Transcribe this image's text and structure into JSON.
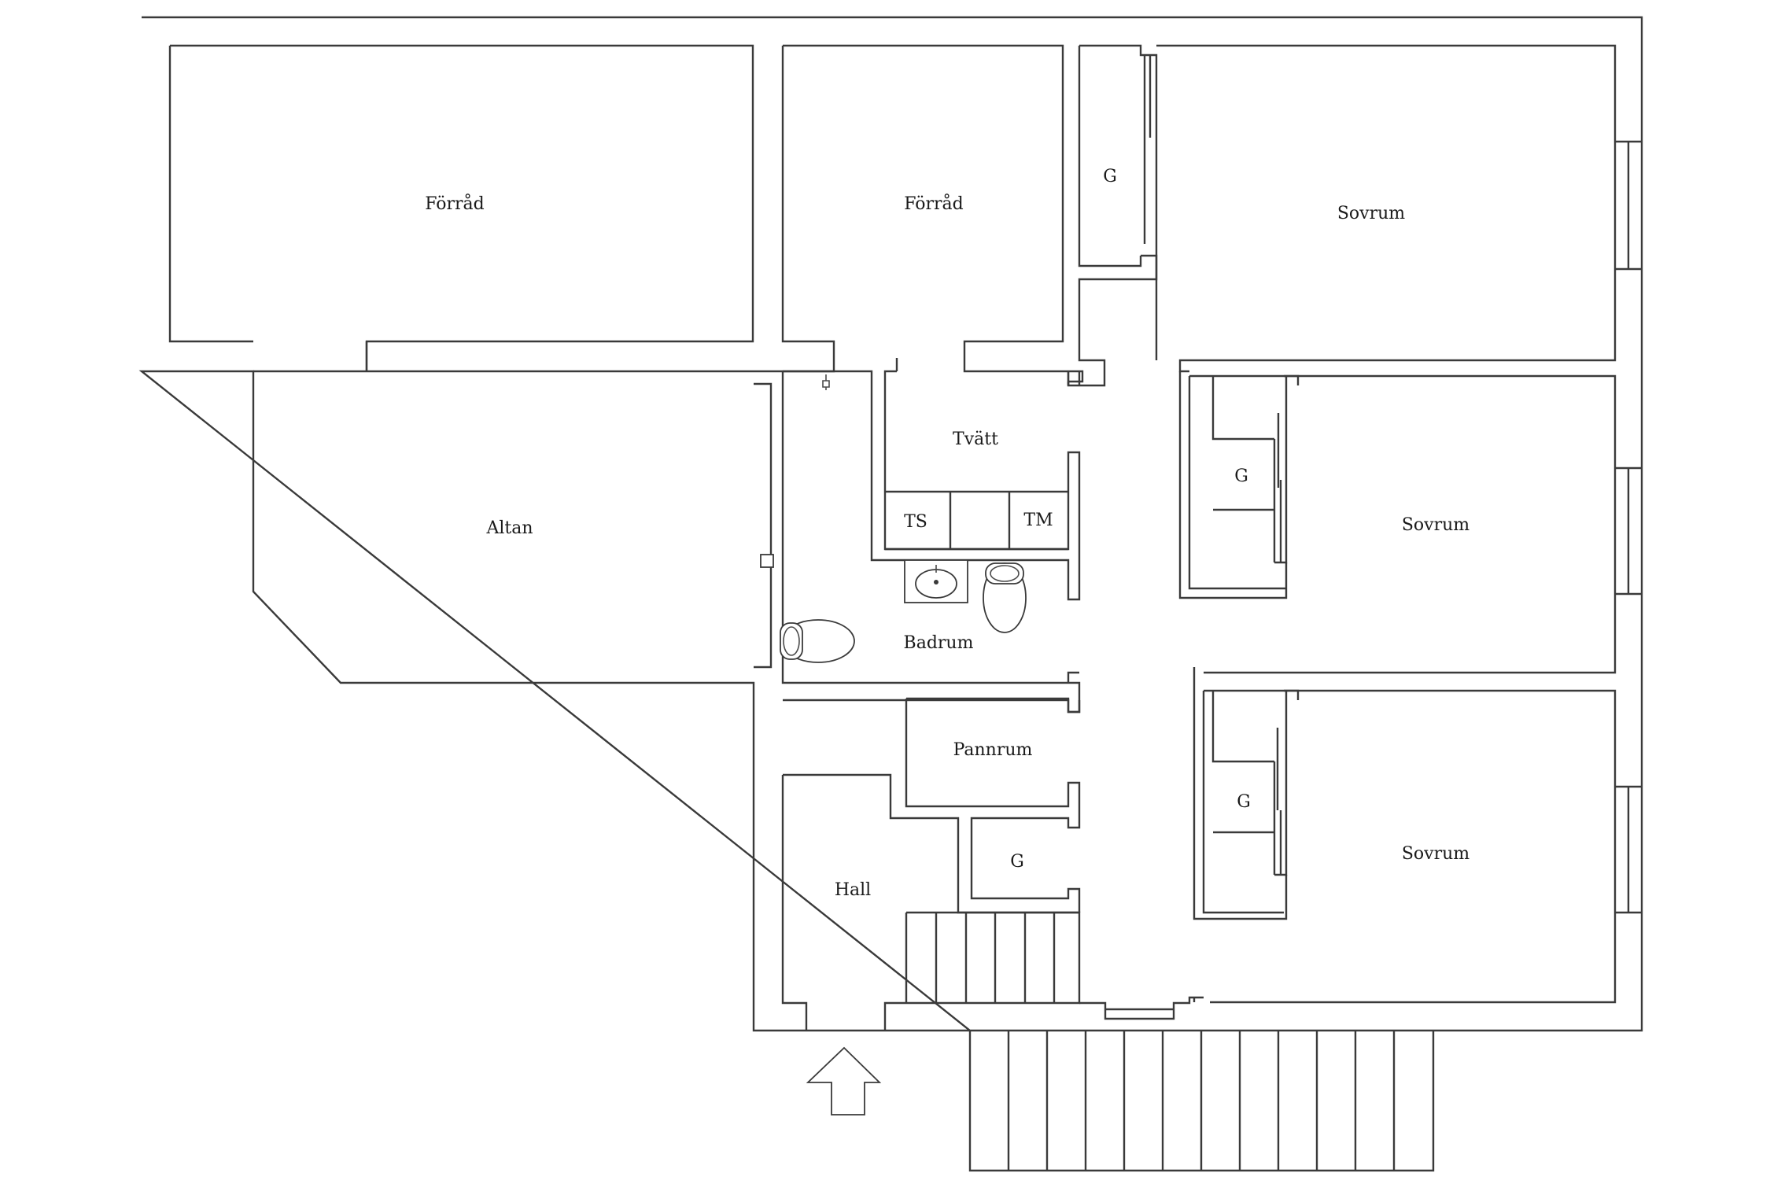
{
  "rooms": {
    "forrad_1": "Förråd",
    "forrad_2": "Förråd",
    "sovrum_1": "Sovrum",
    "sovrum_2": "Sovrum",
    "sovrum_3": "Sovrum",
    "altan": "Altan",
    "tvatt": "Tvätt",
    "badrum": "Badrum",
    "pannrum": "Pannrum",
    "hall": "Hall",
    "closet_1": "G",
    "closet_2": "G",
    "closet_3": "G",
    "closet_4": "G",
    "tumble_dryer": "TS",
    "washing_machine": "TM"
  },
  "icons": {
    "entrance": "arrow-up-icon",
    "toilet": "toilet-icon",
    "sink": "sink-icon"
  }
}
